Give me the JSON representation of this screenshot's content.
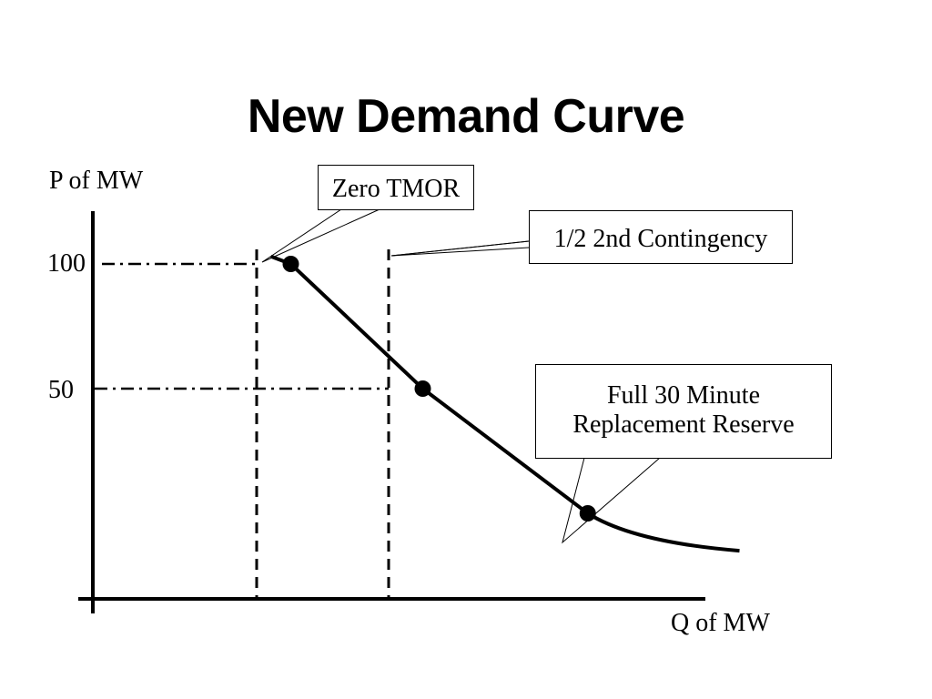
{
  "title": "New Demand Curve",
  "chart_data": {
    "type": "line",
    "ylabel": "P of MW",
    "xlabel": "Q of MW",
    "y_ticks": [
      100,
      50
    ],
    "grid": false,
    "series": [
      {
        "points": [
          [
            0.27,
            103
          ],
          [
            0.3,
            100
          ],
          [
            0.5,
            50
          ],
          [
            0.75,
            0
          ],
          [
            0.78,
            -5
          ],
          [
            0.84,
            -12
          ],
          [
            0.98,
            -15
          ]
        ]
      }
    ],
    "marked_points": [
      {
        "x": 0.3,
        "y": 100,
        "label": "Zero TMOR"
      },
      {
        "x": 0.5,
        "y": 50,
        "label": "1/2 2nd Contingency"
      },
      {
        "x": 0.75,
        "y": 0,
        "label_lines": [
          "Full 30 Minute",
          "Replacement Reserve"
        ]
      }
    ]
  },
  "labels": {
    "y_axis": "P of MW",
    "x_axis": "Q of MW",
    "tick_100": "100",
    "tick_50": "50",
    "callout_zero_tmor": "Zero TMOR",
    "callout_contingency": "1/2 2nd Contingency",
    "callout_reserve_line1": "Full 30 Minute",
    "callout_reserve_line2": "Replacement Reserve"
  }
}
